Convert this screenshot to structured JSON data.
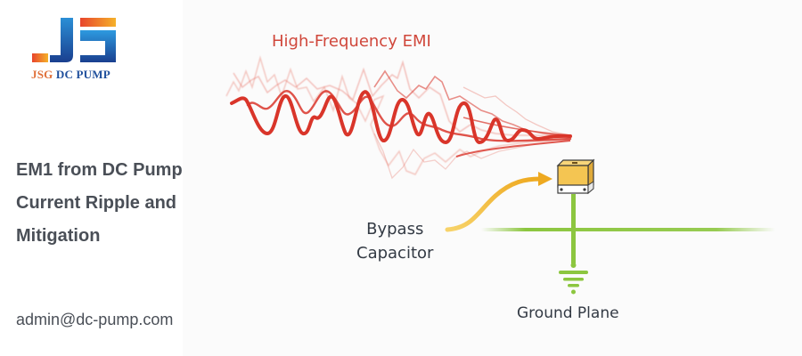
{
  "brand": {
    "logo_letters": "JS",
    "name_part1": "JSG",
    "name_part2": "DC PUMP",
    "colors": {
      "orange": "#e0703a",
      "blue": "#1f4f9c",
      "light_blue": "#2b8fd6"
    }
  },
  "article": {
    "title_lines": [
      "EM1 from DC Pump",
      "Current Ripple and",
      "Mitigation"
    ],
    "contact_email": "admin@dc-pump.com"
  },
  "diagram": {
    "emi_label": "High-Frequency EMI",
    "capacitor_label_line1": "Bypass",
    "capacitor_label_line2": "Capacitor",
    "ground_label": "Ground Plane",
    "colors": {
      "emi": "#d9352a",
      "arrow": "#f2b632",
      "capacitor": "#f4c552",
      "ground": "#8cc63f"
    }
  }
}
